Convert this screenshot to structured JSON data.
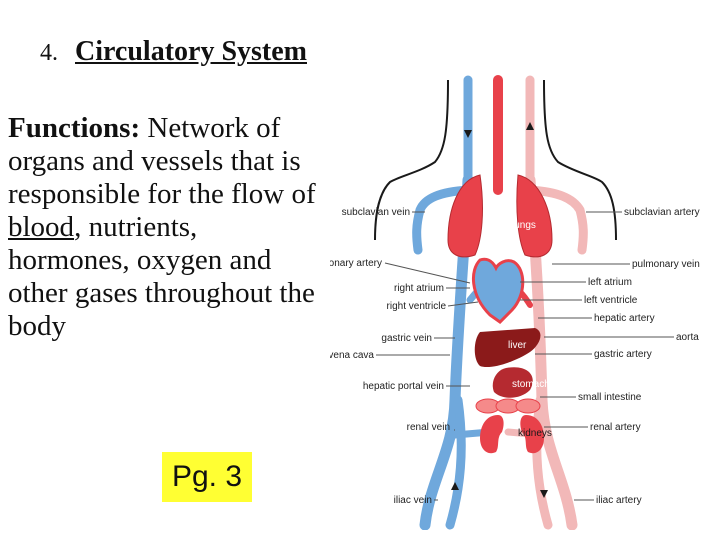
{
  "slide": {
    "number": "4.",
    "title": "Circulatory System",
    "functions_label": "Functions:",
    "text_before_link": " Network of organs and vessels that is responsible for the flow of ",
    "linked_word": "blood",
    "text_after_link": ", nutrients, hormones, oxygen and other gases throughout the body",
    "page_ref": "Pg. 3"
  },
  "diagram": {
    "left_labels": {
      "subclavian_vein": "subclavian vein",
      "pulmonary_artery": "pulmonary artery",
      "right_atrium": "right atrium",
      "right_ventricle": "right ventricle",
      "gastric_vein": "gastric vein",
      "vena_cava": "vena cava",
      "hepatic_portal_vein": "hepatic portal vein",
      "renal_vein": "renal vein",
      "iliac_vein": "iliac vein"
    },
    "right_labels": {
      "subclavian_artery": "subclavian artery",
      "pulmonary_vein": "pulmonary vein",
      "left_atrium": "left atrium",
      "left_ventricle": "left ventricle",
      "hepatic_artery": "hepatic artery",
      "aorta": "aorta",
      "gastric_artery": "gastric artery",
      "small_intestine": "small intestine",
      "renal_artery": "renal artery",
      "iliac_artery": "iliac artery"
    },
    "organ_labels": {
      "lungs": "lungs",
      "liver": "liver",
      "stomach": "stomach",
      "kidneys": "kidneys"
    },
    "colors": {
      "vein_blue": "#6fa8dc",
      "artery_red": "#e8414a",
      "artery_pink": "#f2b8b8",
      "liver": "#8b1a1a",
      "outline": "#1a1a1a"
    }
  }
}
